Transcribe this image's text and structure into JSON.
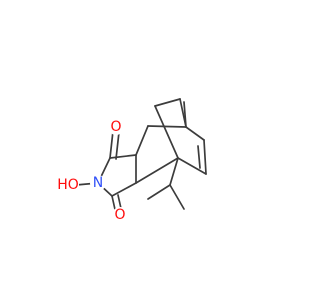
{
  "colors": {
    "bond": "#3c3c3c",
    "oxygen": "#ff0d0d",
    "nitrogen": "#3050f8",
    "background": "#ffffff"
  },
  "atoms": [
    {
      "id": "carbonyl-o-top",
      "symbol": "O",
      "label": "O",
      "color": "oxygen"
    },
    {
      "id": "hydroxyl-o",
      "symbol": "O",
      "label": "HO",
      "color": "oxygen"
    },
    {
      "id": "imide-n",
      "symbol": "N",
      "label": "N",
      "color": "nitrogen"
    },
    {
      "id": "carbonyl-o-bottom",
      "symbol": "O",
      "label": "O",
      "color": "oxygen"
    }
  ]
}
